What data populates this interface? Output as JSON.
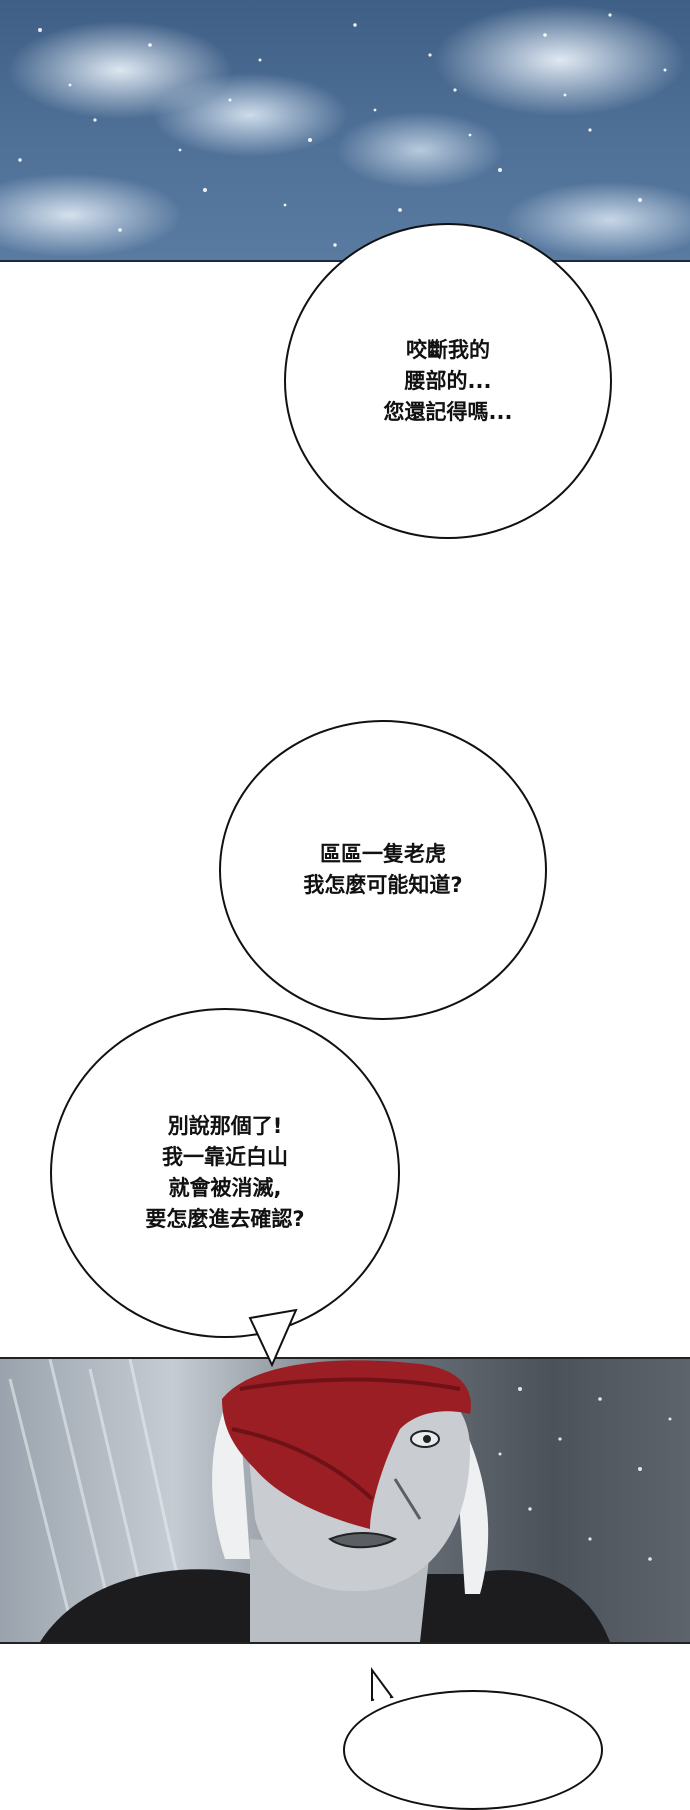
{
  "bubbles": [
    {
      "id": "bubble-1",
      "text": "咬斷我的\n腰部的...\n您還記得嗎..."
    },
    {
      "id": "bubble-2",
      "text": "區區一隻老虎\n我怎麼可能知道?"
    },
    {
      "id": "bubble-3",
      "text": "別說那個了!\n我一靠近白山\n就會被消滅,\n要怎麼進去確認?"
    },
    {
      "id": "bubble-4",
      "text": ""
    }
  ],
  "colors": {
    "sky": "#4e6f96",
    "headband": "#9b1e24",
    "fur": "#1c1c1e",
    "bubble_outline": "#111111"
  }
}
